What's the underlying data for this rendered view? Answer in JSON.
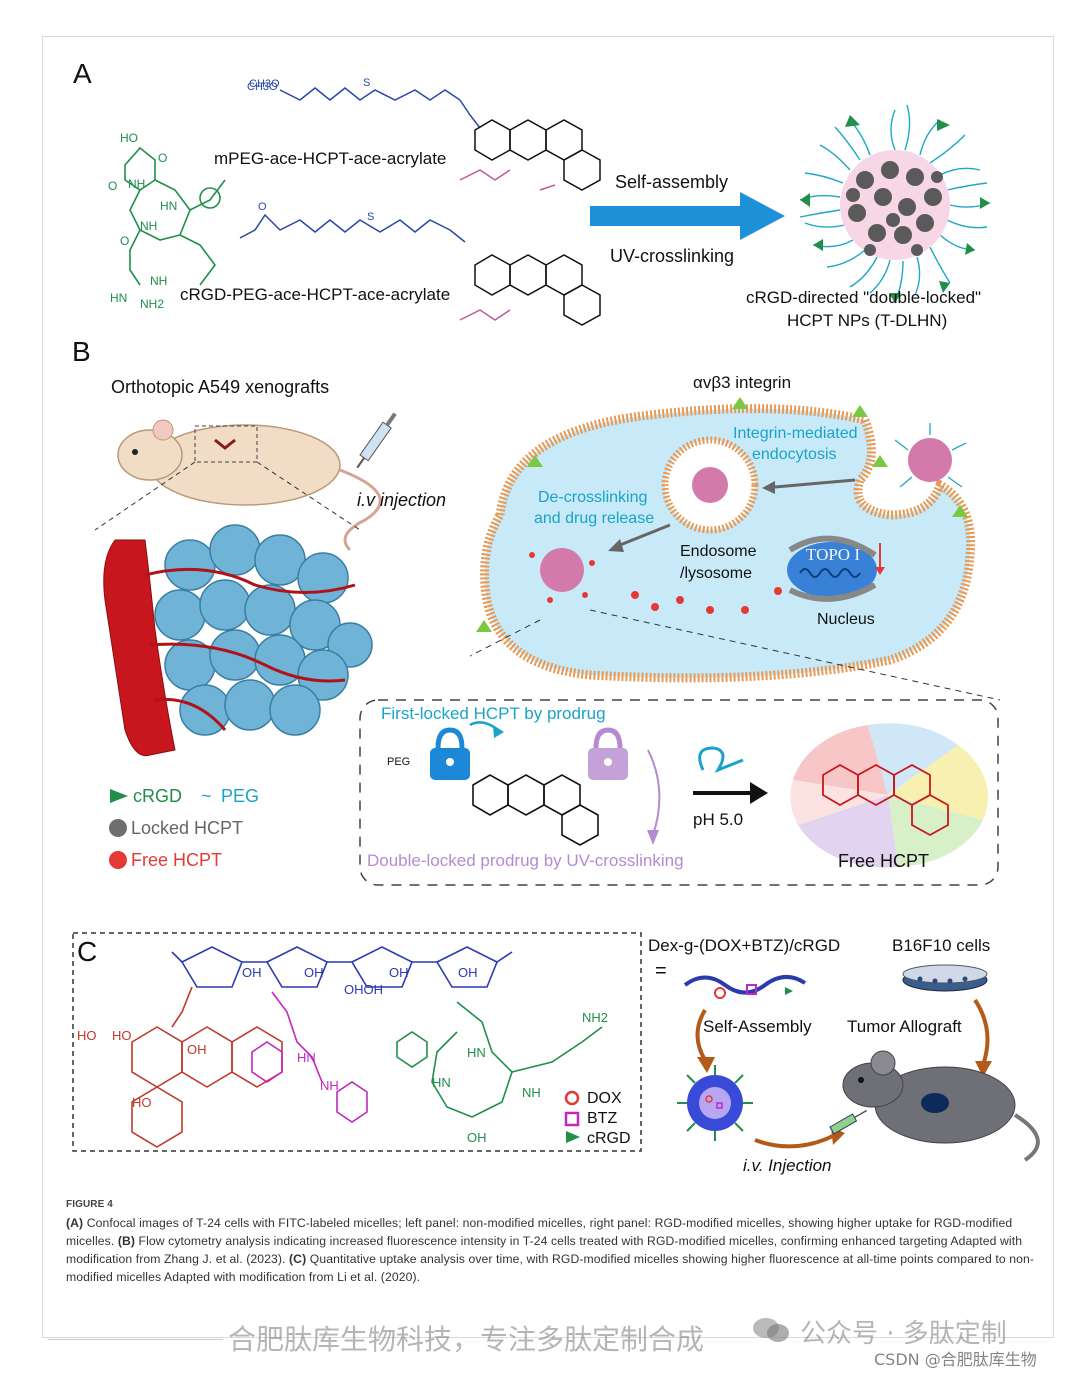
{
  "panelA": {
    "letter": "A",
    "mpeg_label": "mPEG-ace-HCPT-ace-acrylate",
    "crgd_label": "cRGD-PEG-ace-HCPT-ace-acrylate",
    "ch3o": "CH3O",
    "self_assembly": "Self-assembly",
    "uv_crosslinking": "UV-crosslinking",
    "product_line1": "cRGD-directed \"double-locked\"",
    "product_line2": "HCPT  NPs (T-DLHN)"
  },
  "panelB": {
    "letter": "B",
    "xenograft": "Orthotopic A549 xenografts",
    "iv_injection": "i.v injection",
    "integrin": "αvβ3 integrin",
    "endocytosis_l1": "Integrin-mediated",
    "endocytosis_l2": "endocytosis",
    "decross_l1": "De-crosslinking",
    "decross_l2": "and drug release",
    "endosome_l1": "Endosome",
    "endosome_l2": "/lysosome",
    "topo": "TOPO I",
    "nucleus": "Nucleus",
    "first_locked": "First-locked HCPT by prodrug",
    "peg_tag": "PEG",
    "ph": "pH 5.0",
    "double_locked": "Double-locked prodrug by UV-crosslinking",
    "free_hcpt": "Free HCPT",
    "legend": {
      "crgd": "cRGD",
      "peg": "PEG",
      "locked": "Locked HCPT",
      "free": "Free HCPT"
    }
  },
  "panelC": {
    "letter": "C",
    "dex_label": "Dex-g-(DOX+BTZ)/cRGD",
    "equals": "=",
    "b16": "B16F10 cells",
    "self_assembly": "Self-Assembly",
    "tumor": "Tumor Allograft",
    "iv_injection": "i.v. Injection",
    "legend": {
      "dox": "DOX",
      "btz": "BTZ",
      "crgd": "cRGD"
    }
  },
  "caption": {
    "figure_label": "FIGURE 4",
    "a_tag": "(A)",
    "a_text": "Confocal images of T-24 cells with FITC-labeled micelles; left panel: non-modified micelles, right panel: RGD-modified micelles, showing higher uptake for RGD-modified micelles.",
    "b_tag": "(B)",
    "b_text": "Flow cytometry analysis indicating increased fluorescence intensity in T-24 cells treated with RGD-modified micelles, confirming enhanced targeting Adapted with modification from Zhang J. et al. (2023).",
    "c_tag": "(C)",
    "c_text": "Quantitative uptake analysis over time, with RGD-modified micelles showing higher fluorescence at all-time points compared to non-modified micelles Adapted with modification from Li et al. (2020)."
  },
  "watermark": {
    "main": "合肥肽库生物科技，专注多肽定制合成",
    "account": "公众号 · 多肽定制",
    "csdn": "CSDN @合肥肽库生物"
  },
  "colors": {
    "green": "#1f8f4a",
    "blue_arrow": "#1e90d8",
    "pink": "#c05aa0",
    "red": "#e53935",
    "cyan_text": "#1aa3c8",
    "cell_fill": "#bfe6f7",
    "membrane": "#e89a55"
  }
}
